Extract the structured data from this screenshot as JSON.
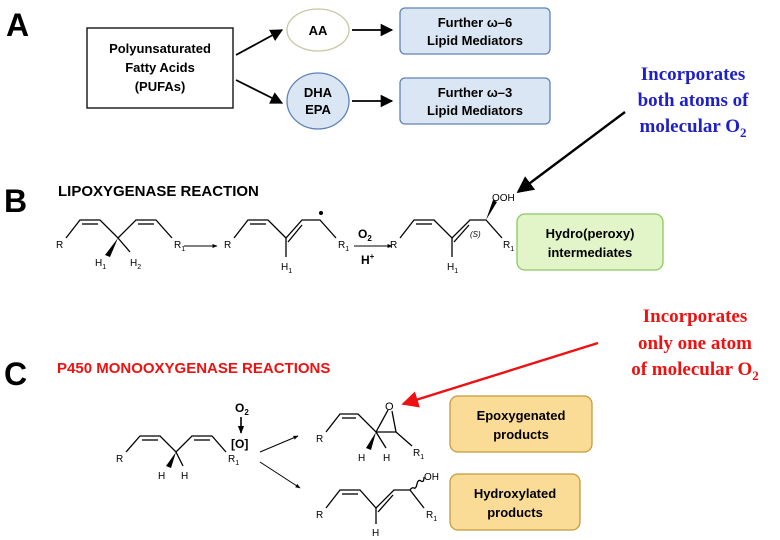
{
  "panels": {
    "a": "A",
    "b": "B",
    "c": "C"
  },
  "pufa": {
    "line1": "Polyunsaturated",
    "line2": "Fatty Acids",
    "line3": "(PUFAs)"
  },
  "aa": "AA",
  "dha": "DHA",
  "epa": "EPA",
  "omega6": {
    "line1": "Further ω–6",
    "line2": "Lipid Mediators"
  },
  "omega3": {
    "line1": "Further ω–3",
    "line2": "Lipid Mediators"
  },
  "note_both": {
    "line1": "Incorporates",
    "line2": "both atoms of",
    "line3": "molecular O",
    "sub": "2"
  },
  "note_one": {
    "line1": "Incorporates",
    "line2": "only one atom",
    "line3": "of molecular O",
    "sub": "2"
  },
  "lox_title": "LIPOXYGENASE REACTION",
  "p450_title": "P450 MONOOXYGENASE REACTIONS",
  "reagents_lox": {
    "o2": "O",
    "o2_sub": "2",
    "h": "H",
    "h_sup": "+"
  },
  "reagents_p450": {
    "o2": "O",
    "o2_sub": "2",
    "o": "[O]"
  },
  "hydroperoxy": {
    "line1": "Hydro(peroxy)",
    "line2": "intermediates"
  },
  "epoxy": {
    "line1": "Epoxygenated",
    "line2": "products"
  },
  "hydroxy": {
    "line1": "Hydroxylated",
    "line2": "products"
  },
  "atoms": {
    "r": "R",
    "r1": "R",
    "sub1": "1",
    "h": "H",
    "h1": "H",
    "h2": "H",
    "sub2": "2",
    "ooh": "OOH",
    "oh": "OH",
    "o": "O",
    "s": "(S)"
  },
  "colors": {
    "blue_text": "#1f1fc8",
    "red": "#ee1111",
    "light_blue_fill": "#dbe6f4",
    "light_green_fill": "#e2f5c8",
    "orange_fill": "#fbdc96"
  }
}
